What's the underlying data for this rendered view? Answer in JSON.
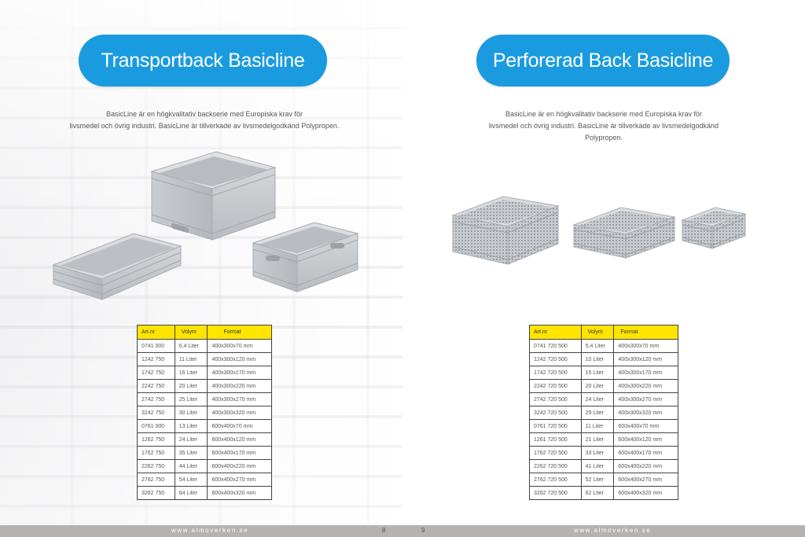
{
  "left_page": {
    "title": "Transportback Basicline",
    "description_line1": "BasicLine är en högkvalitativ backserie med Europiska krav för",
    "description_line2": "livsmedel och övrig industri. BasicLine är tillverkade av livsmedelgodkänd Polypropen.",
    "table": {
      "headers": [
        "Art.nr",
        "Volym",
        "Format"
      ],
      "rows": [
        [
          "0741 000",
          "6,4 Liter",
          "400x300x70 mm"
        ],
        [
          "1242 750",
          "11 Liter",
          "400x300x120 mm"
        ],
        [
          "1742 750",
          "16 Liter",
          "400x300x170 mm"
        ],
        [
          "2242 750",
          "20 Liter",
          "400x300x220 mm"
        ],
        [
          "2742 750",
          "25 Liter",
          "400x300x270 mm"
        ],
        [
          "3242 750",
          "30 Liter",
          "400x300x320 mm"
        ],
        [
          "0761 000",
          "13 Liter",
          "600x400x70 mm"
        ],
        [
          "1262 750",
          "24 Liter",
          "600x400x120 mm"
        ],
        [
          "1762 750",
          "35 Liter",
          "600x400x170 mm"
        ],
        [
          "2262 750",
          "44 Liter",
          "600x400x220 mm"
        ],
        [
          "2762 750",
          "54 Liter",
          "600x400x270 mm"
        ],
        [
          "3262 750",
          "64 Liter",
          "600x400x320 mm"
        ]
      ]
    },
    "url": "www.almoverken.se",
    "page_number": "8"
  },
  "right_page": {
    "title": "Perforerad Back Basicline",
    "description_line1": "BasicLine är en högkvalitativ backserie med Europiska krav för",
    "description_line2": "livsmedel och övrig industri. BasicLine är tillverkade av livsmedelgodkänd",
    "description_line3": "Polypropen.",
    "table": {
      "headers": [
        "Art.nr",
        "Volym",
        "Format"
      ],
      "rows": [
        [
          "0741 720 500",
          "5,4 Liter",
          "400x300x70 mm"
        ],
        [
          "1242 720 500",
          "10 Liter",
          "400x300x120 mm"
        ],
        [
          "1742 720 500",
          "15 Liter",
          "400x300x170 mm"
        ],
        [
          "2242 720 500",
          "20 Liter",
          "400x300x220 mm"
        ],
        [
          "2742 720 500",
          "24 Liter",
          "400x300x270 mm"
        ],
        [
          "3242 720 500",
          "29 Liter",
          "400x300x320 mm"
        ],
        [
          "0761 720 500",
          "11 Liter",
          "600x400x70 mm"
        ],
        [
          "1261 720 500",
          "21 Liter",
          "600x400x120 mm"
        ],
        [
          "1762 720 500",
          "33 Liter",
          "600x400x170 mm"
        ],
        [
          "2262 720 500",
          "41 Liter",
          "600x400x220 mm"
        ],
        [
          "2762 720 500",
          "52 Liter",
          "600x400x270 mm"
        ],
        [
          "3262 720 500",
          "62 Liter",
          "600x400x320 mm"
        ]
      ]
    },
    "url": "www.almoverken.se",
    "page_number": "9"
  },
  "colors": {
    "title_pill": "#1a9be0",
    "table_header": "#ffe400",
    "footer_bar": "#b5b2b2",
    "crate_gray": "#c4c7ca"
  }
}
